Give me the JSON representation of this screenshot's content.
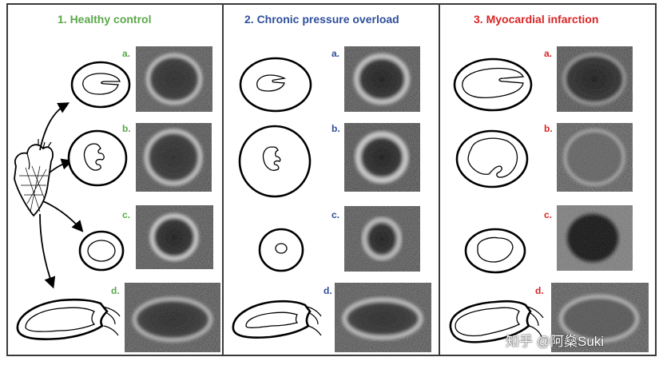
{
  "colors": {
    "green": "#5aa84a",
    "blue": "#2e4f9a",
    "red": "#d92525"
  },
  "panels": [
    {
      "title": "1.  Healthy control",
      "color": "green",
      "labels": [
        "a.",
        "b.",
        "c.",
        "d."
      ]
    },
    {
      "title": "2.  Chronic pressure overload",
      "color": "blue",
      "labels": [
        "a.",
        "b.",
        "c.",
        "d."
      ]
    },
    {
      "title": "3.  Myocardial infarction",
      "color": "red",
      "labels": [
        "a.",
        "b.",
        "c.",
        "d."
      ]
    }
  ],
  "watermark": "知乎 @阿燊Suki"
}
